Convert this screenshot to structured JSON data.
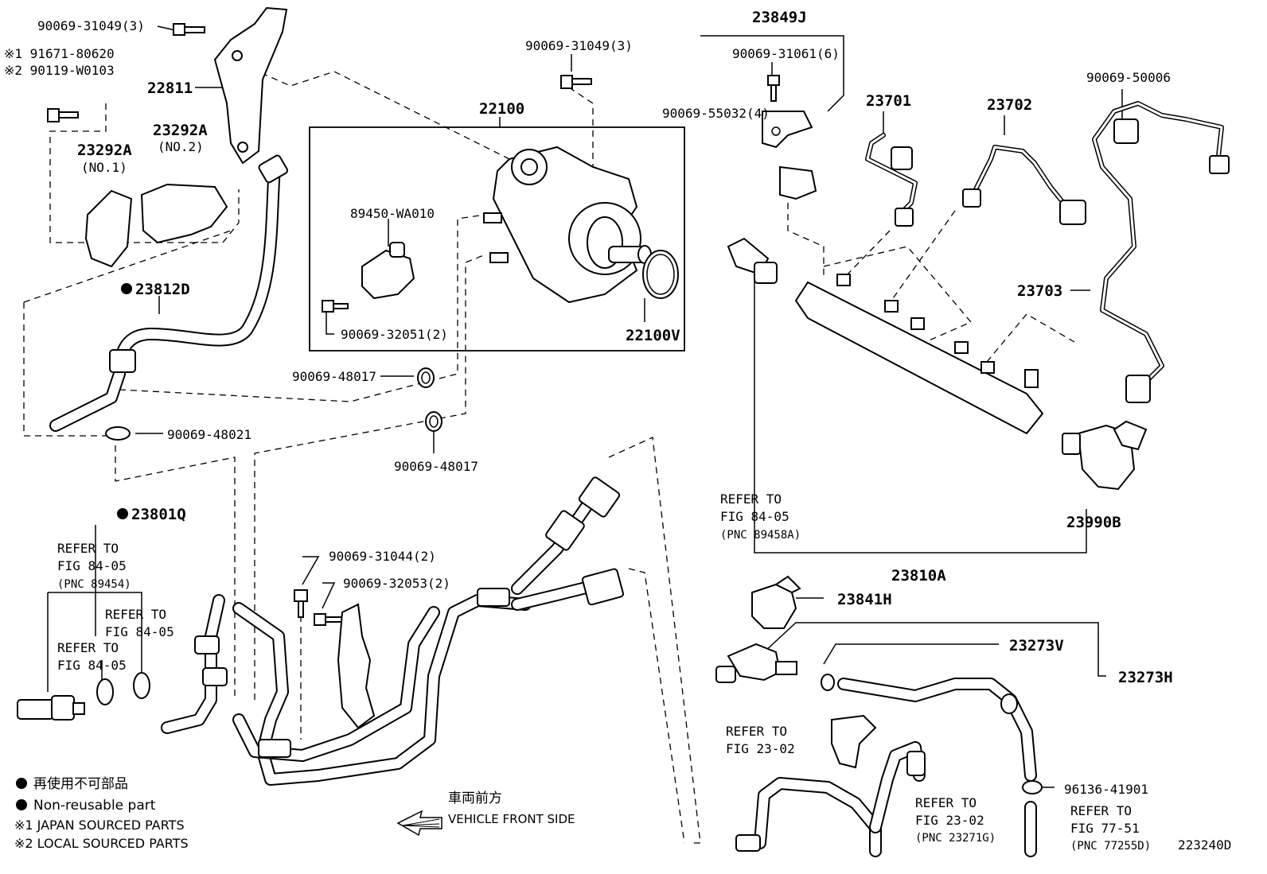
{
  "labels": {
    "l_90069_31049_a": "90069-31049(3)",
    "l_91671": "※1 91671-80620",
    "l_90119": "※2 90119-W0103",
    "l_22811": "22811",
    "l_23292a_1": "23292A",
    "l_no1": "(NO.1)",
    "l_23292a_2": "23292A",
    "l_no2": "(NO.2)",
    "l_23812d": "23812D",
    "l_90069_48021": "90069-48021",
    "l_23801q": "23801Q",
    "l_ref_8405_a1": "REFER TO",
    "l_ref_8405_a2": "FIG 84-05",
    "l_ref_8405_a3": "(PNC 89454)",
    "l_ref_8405_b1": "REFER TO",
    "l_ref_8405_b2": "FIG 84-05",
    "l_ref_8405_c1": "REFER TO",
    "l_ref_8405_c2": "FIG 84-05",
    "l_90069_31049_b": "90069-31049(3)",
    "l_22100": "22100",
    "l_89450": "89450-WA010",
    "l_90069_32051": "90069-32051(2)",
    "l_22100v": "22100V",
    "l_90069_48017_a": "90069-48017",
    "l_90069_48017_b": "90069-48017",
    "l_90069_31044": "90069-31044(2)",
    "l_90069_32053": "90069-32053(2)",
    "l_23849j": "23849J",
    "l_90069_31061": "90069-31061(6)",
    "l_90069_55032": "90069-55032(4)",
    "l_23701": "23701",
    "l_23702": "23702",
    "l_90069_50006": "90069-50006",
    "l_23703": "23703",
    "l_ref_89458_1": "REFER TO",
    "l_ref_89458_2": "FIG 84-05",
    "l_ref_89458_3": "(PNC 89458A)",
    "l_23990b": "23990B",
    "l_23810a": "23810A",
    "l_23841h": "23841H",
    "l_23273v": "23273V",
    "l_23273h": "23273H",
    "l_ref_2302_a1": "REFER TO",
    "l_ref_2302_a2": "FIG 23-02",
    "l_ref_2302_b1": "REFER TO",
    "l_ref_2302_b2": "FIG 23-02",
    "l_ref_2302_b3": "(PNC 23271G)",
    "l_96136": "96136-41901",
    "l_ref_7751_1": "REFER TO",
    "l_ref_7751_2": "FIG 77-51",
    "l_ref_7751_3": "(PNC 77255D)",
    "l_diagram_id": "223240D",
    "l_front_jp": "車両前方",
    "l_front_en": "VEHICLE FRONT SIDE"
  },
  "legend": {
    "non_reusable_jp": "再使用不可部品",
    "non_reusable_en": "Non-reusable part",
    "japan_sourced": "※1 JAPAN SOURCED PARTS",
    "local_sourced": "※2 LOCAL SOURCED PARTS"
  }
}
